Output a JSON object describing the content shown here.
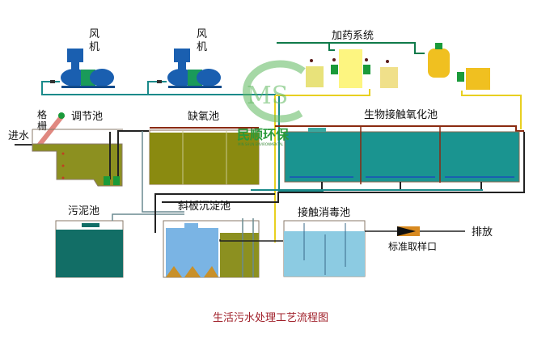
{
  "title": "生活污水处理工艺流程图",
  "labels": {
    "blower_1": "风机",
    "blower_2": "风机",
    "dosing_system": "加药系统",
    "grille": "格栅",
    "inlet": "进水",
    "equalization_tank": "调节池",
    "anoxic_tank": "缺氧池",
    "contact_oxidation_tank": "生物接触氧化池",
    "sludge_tank": "污泥池",
    "inclined_settling_tank": "斜板沉淀池",
    "contact_disinfection_tank": "接触消毒池",
    "sampling_port": "标准取样口",
    "discharge": "排放"
  },
  "watermark": {
    "logo_letters": "MS",
    "company_cn": "民顺环保",
    "company_en": "MIN SHUN ENVIRONMENTAL"
  },
  "colors": {
    "caption": "#a0202a",
    "blower": "#1a5fb0",
    "blower_mid": "#1a9a5a",
    "air_pipe": "#1a8a8a",
    "dosing_pipe": "#0f7a4a",
    "chem_pipe": "#e8d020",
    "anoxic_fill": "#8a8a10",
    "oxidation_fill": "#1a9490",
    "sludge_fill": "#126e66",
    "settling_water": "#7ab4e4",
    "disinfect_water": "#8ccbe2",
    "equalization_fill": "#8c9020",
    "watermark": "#5cb85c"
  }
}
